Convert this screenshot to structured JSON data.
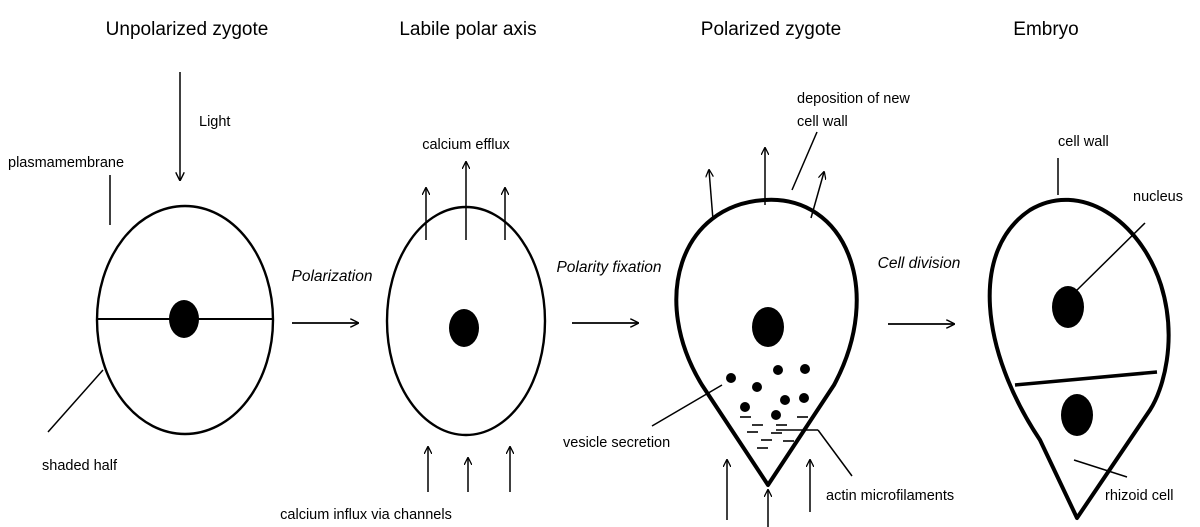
{
  "stages": {
    "unpolarized": "Unpolarized zygote",
    "labile": "Labile polar axis",
    "polarized": "Polarized zygote",
    "embryo": "Embryo"
  },
  "transitions": {
    "polarization": "Polarization",
    "polarity_fixation": "Polarity fixation",
    "cell_division": "Cell division"
  },
  "labels": {
    "light": "Light",
    "plasmamembrane": "plasmamembrane",
    "shaded_half": "shaded half",
    "calcium_efflux": "calcium efflux",
    "calcium_influx": "calcium influx via channels",
    "deposition_line1": "deposition of new",
    "deposition_line2": "cell wall",
    "vesicle_secretion": "vesicle secretion",
    "actin_microfilaments": "actin microfilaments",
    "cell_wall": "cell wall",
    "nucleus": "nucleus",
    "rhizoid_cell": "rhizoid cell"
  }
}
